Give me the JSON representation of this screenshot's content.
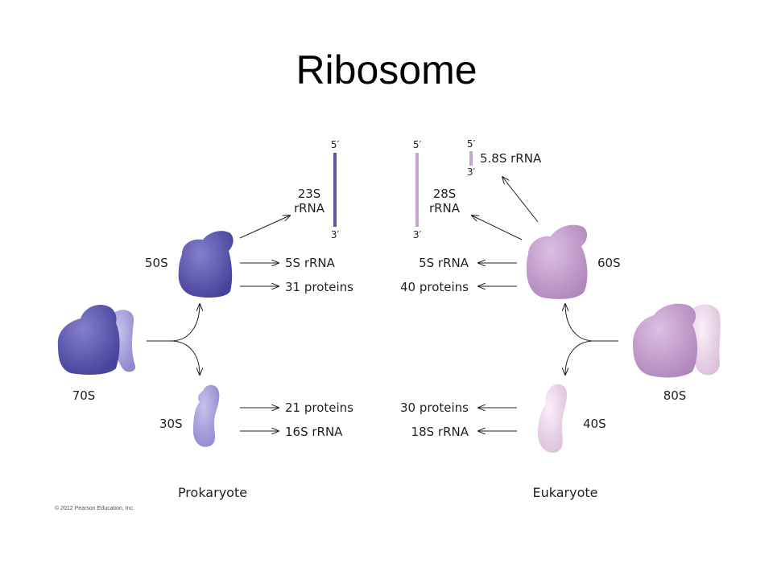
{
  "title": "Ribosome",
  "prokaryote": {
    "caption": "Prokaryote",
    "whole": "70S",
    "large_subunit": "50S",
    "small_subunit": "30S",
    "rrna_23s_line1": "23S",
    "rrna_23s_line2": "rRNA",
    "rrna_5s": "5S rRNA",
    "large_proteins": "31 proteins",
    "small_proteins": "21 proteins",
    "rrna_16s": "16S rRNA",
    "strand_5prime": "5′",
    "strand_3prime": "3′"
  },
  "eukaryote": {
    "caption": "Eukaryote",
    "whole": "80S",
    "large_subunit": "60S",
    "small_subunit": "40S",
    "rrna_28s_line1": "28S",
    "rrna_28s_line2": "rRNA",
    "rrna_58s": "5.8S rRNA",
    "rrna_5s": "5S rRNA",
    "large_proteins": "40 proteins",
    "small_proteins": "30 proteins",
    "rrna_18s": "18S rRNA",
    "strand28_5prime": "5′",
    "strand28_3prime": "3′",
    "strand58_5prime": "5′",
    "strand58_3prime": "3′"
  },
  "copyright": "© 2012 Pearson Education, Inc.",
  "colors": {
    "pro_large": "#5a55a8",
    "pro_small": "#a8a4d8",
    "euk_large": "#c39ccb",
    "euk_small": "#eed8ea",
    "pro_strand": "#5a55a8",
    "euk_strand": "#c7a3d0"
  }
}
